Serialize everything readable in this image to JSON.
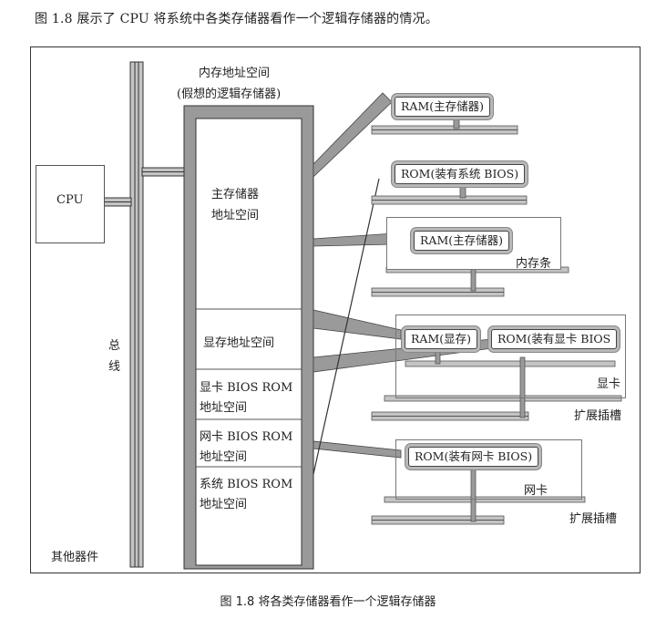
{
  "intro": "图 1.8 展示了 CPU 将系统中各类存储器看作一个逻辑存储器的情况。",
  "caption": "图 1.8    将各类存储器看作一个逻辑存储器",
  "cpu_label": "CPU",
  "bus_label_1": "总",
  "bus_label_2": "线",
  "other_devices": "其他器件",
  "address_space_title_1": "内存地址空间",
  "address_space_title_2": "(假想的逻辑存储器)",
  "segments": {
    "main_1": "主存储器",
    "main_2": "地址空间",
    "video": "显存地址空间",
    "video_bios_1": "显卡 BIOS ROM",
    "video_bios_2": "地址空间",
    "nic_bios_1": "网卡 BIOS ROM",
    "nic_bios_2": "地址空间",
    "sys_bios_1": "系统 BIOS ROM",
    "sys_bios_2": "地址空间"
  },
  "chips": {
    "ram_main": "RAM(主存储器)",
    "rom_sys": "ROM(装有系统 BIOS)",
    "ram_stick": "RAM(主存储器)",
    "ram_video": "RAM(显存)",
    "rom_video": "ROM(装有显卡 BIOS",
    "rom_nic": "ROM(装有网卡 BIOS)"
  },
  "card_labels": {
    "memory_stick": "内存条",
    "video_card": "显卡",
    "slot_1": "扩展插槽",
    "network_card": "网卡",
    "slot_2": "扩展插槽"
  },
  "colors": {
    "line": "#333333",
    "shade": "#9a9a9a",
    "shade_light": "#c4c4c4"
  }
}
